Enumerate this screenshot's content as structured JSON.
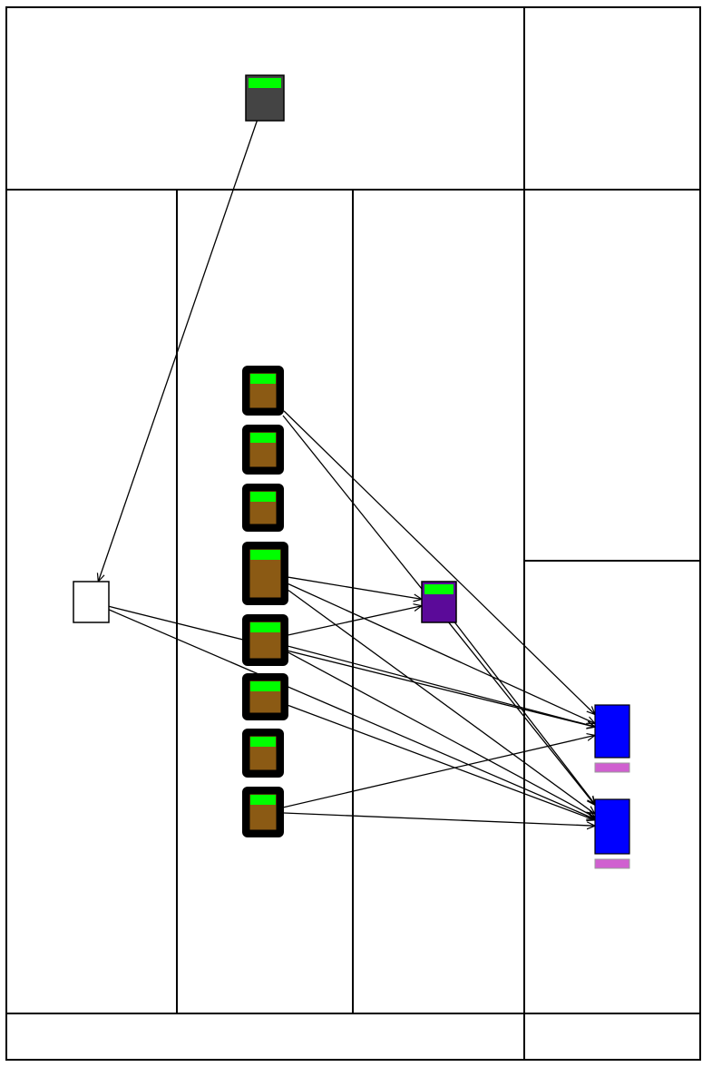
{
  "colors": {
    "background": "#ffffff",
    "grid_line": "#000000",
    "edge": "#000000",
    "status_bar": "#00ff00",
    "source_node_body": "#444444",
    "junction_node_fill": "#ffffff",
    "cluster_node_body": "#8b5a14",
    "cluster_node_frame": "#000000",
    "hub_node_body": "#5b0a99",
    "target_node_body": "#0000ff",
    "target_node_tag": "#d060d0"
  },
  "node_kinds": {
    "source": "gray-block",
    "junction": "white-box",
    "cluster": "brown-block-with-black-frame",
    "hub": "purple-block",
    "target": "blue-block-with-pink-tag"
  },
  "nodes": [
    {
      "id": "source",
      "kind": "source"
    },
    {
      "id": "junction",
      "kind": "junction"
    },
    {
      "id": "cluster-1",
      "kind": "cluster"
    },
    {
      "id": "cluster-2",
      "kind": "cluster"
    },
    {
      "id": "cluster-3",
      "kind": "cluster"
    },
    {
      "id": "cluster-4",
      "kind": "cluster"
    },
    {
      "id": "cluster-5",
      "kind": "cluster"
    },
    {
      "id": "cluster-6",
      "kind": "cluster"
    },
    {
      "id": "cluster-7",
      "kind": "cluster"
    },
    {
      "id": "cluster-8",
      "kind": "cluster"
    },
    {
      "id": "hub",
      "kind": "hub"
    },
    {
      "id": "target-1",
      "kind": "target"
    },
    {
      "id": "target-2",
      "kind": "target"
    }
  ],
  "edges": [
    {
      "from": "source",
      "to": "junction"
    },
    {
      "from": "junction",
      "to": "target-1"
    },
    {
      "from": "junction",
      "to": "target-2"
    },
    {
      "from": "cluster-1",
      "to": "target-1"
    },
    {
      "from": "cluster-1",
      "to": "target-2"
    },
    {
      "from": "cluster-4",
      "to": "hub"
    },
    {
      "from": "cluster-4",
      "to": "target-1"
    },
    {
      "from": "cluster-4",
      "to": "target-2"
    },
    {
      "from": "cluster-5",
      "to": "hub"
    },
    {
      "from": "cluster-5",
      "to": "target-1"
    },
    {
      "from": "cluster-5",
      "to": "target-2"
    },
    {
      "from": "cluster-6",
      "to": "target-2"
    },
    {
      "from": "cluster-8",
      "to": "target-1"
    },
    {
      "from": "cluster-8",
      "to": "target-2"
    },
    {
      "from": "hub",
      "to": "target-2"
    }
  ]
}
